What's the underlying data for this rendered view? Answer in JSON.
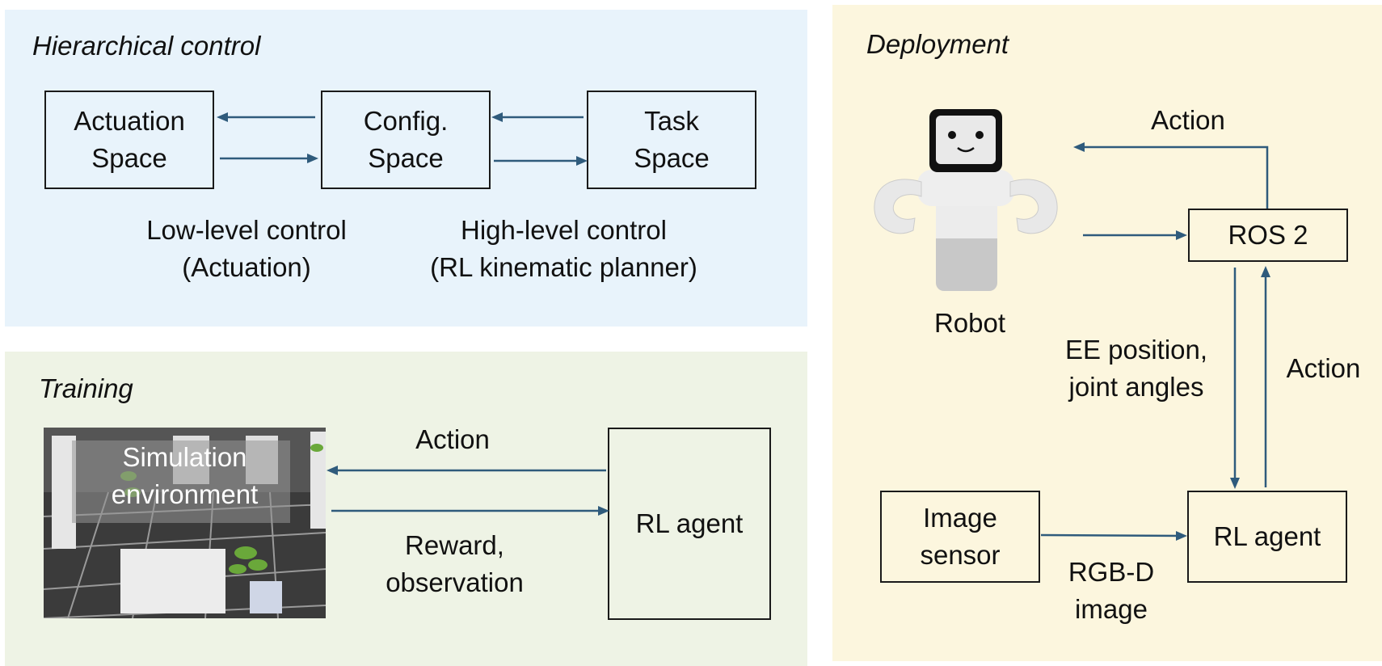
{
  "colors": {
    "hierarchical_bg": "#e8f3fb",
    "training_bg": "#eef3e5",
    "deployment_bg": "#fcf6de",
    "arrow": "#2f5b7c",
    "box_border": "#1a1a1a"
  },
  "hierarchical": {
    "title": "Hierarchical control",
    "boxes": {
      "actuation": "Actuation\nSpace",
      "config": "Config.\nSpace",
      "task": "Task\nSpace"
    },
    "low_level": "Low-level control\n(Actuation)",
    "high_level": "High-level control\n(RL kinematic planner)"
  },
  "training": {
    "title": "Training",
    "sim_label": "Simulation\nenvironment",
    "action": "Action",
    "reward": "Reward,\nobservation",
    "agent": "RL agent"
  },
  "deployment": {
    "title": "Deployment",
    "robot_label": "Robot",
    "action_top": "Action",
    "ros": "ROS 2",
    "ee": "EE position,\njoint angles",
    "action_right": "Action",
    "image_sensor": "Image\nsensor",
    "agent": "RL agent",
    "rgbd": "RGB-D\nimage"
  }
}
